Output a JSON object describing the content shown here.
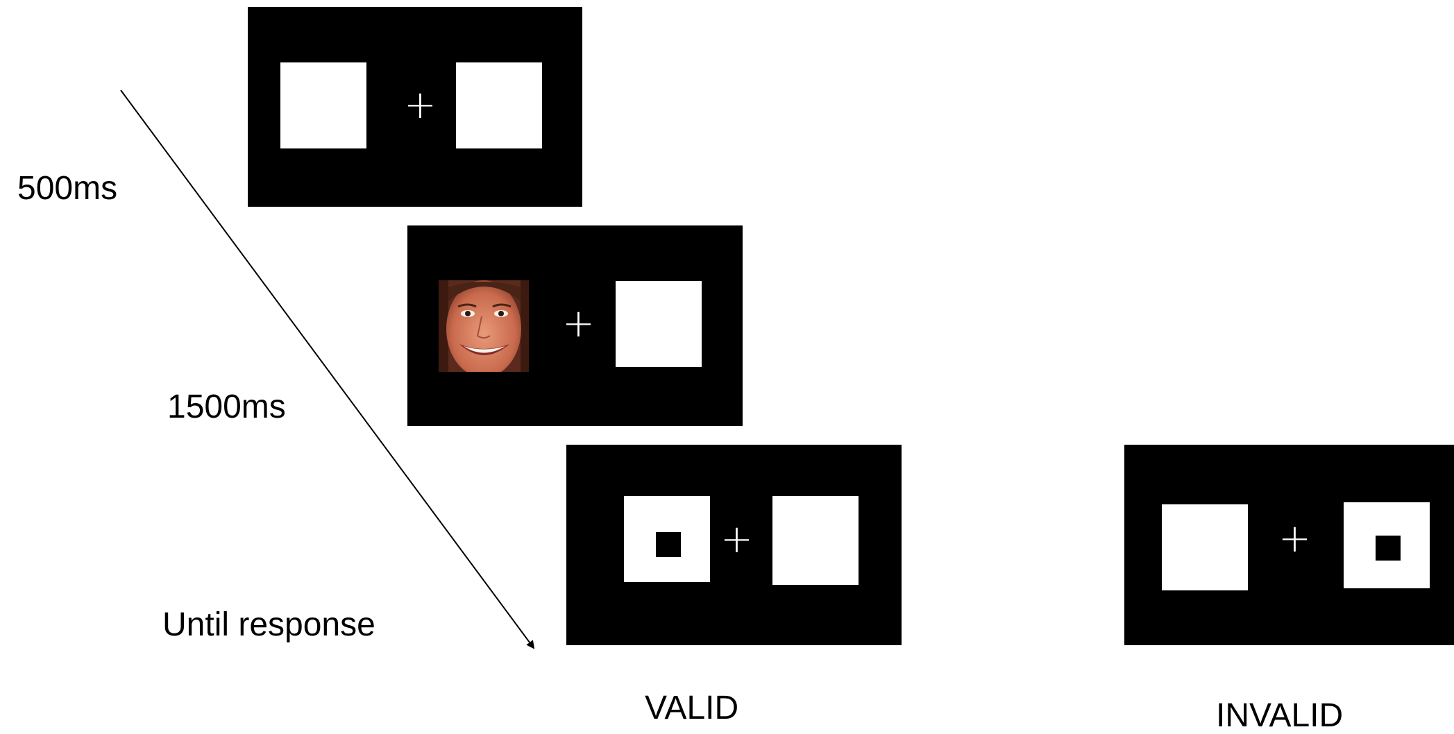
{
  "timing": {
    "fixation_label": "500ms",
    "cue_label": "1500ms",
    "target_label": "Until response"
  },
  "conditions": {
    "valid_label": "VALID",
    "invalid_label": "INVALID"
  },
  "screens": {
    "fixation_symbol": "+",
    "cue_symbol": "+",
    "valid_symbol": "+",
    "invalid_symbol": "+"
  },
  "colors": {
    "screen": "#000000",
    "placeholder": "#ffffff",
    "target": "#000000"
  },
  "icons": {
    "timeline": "time-arrow",
    "cue": "smiling-face-photo"
  }
}
